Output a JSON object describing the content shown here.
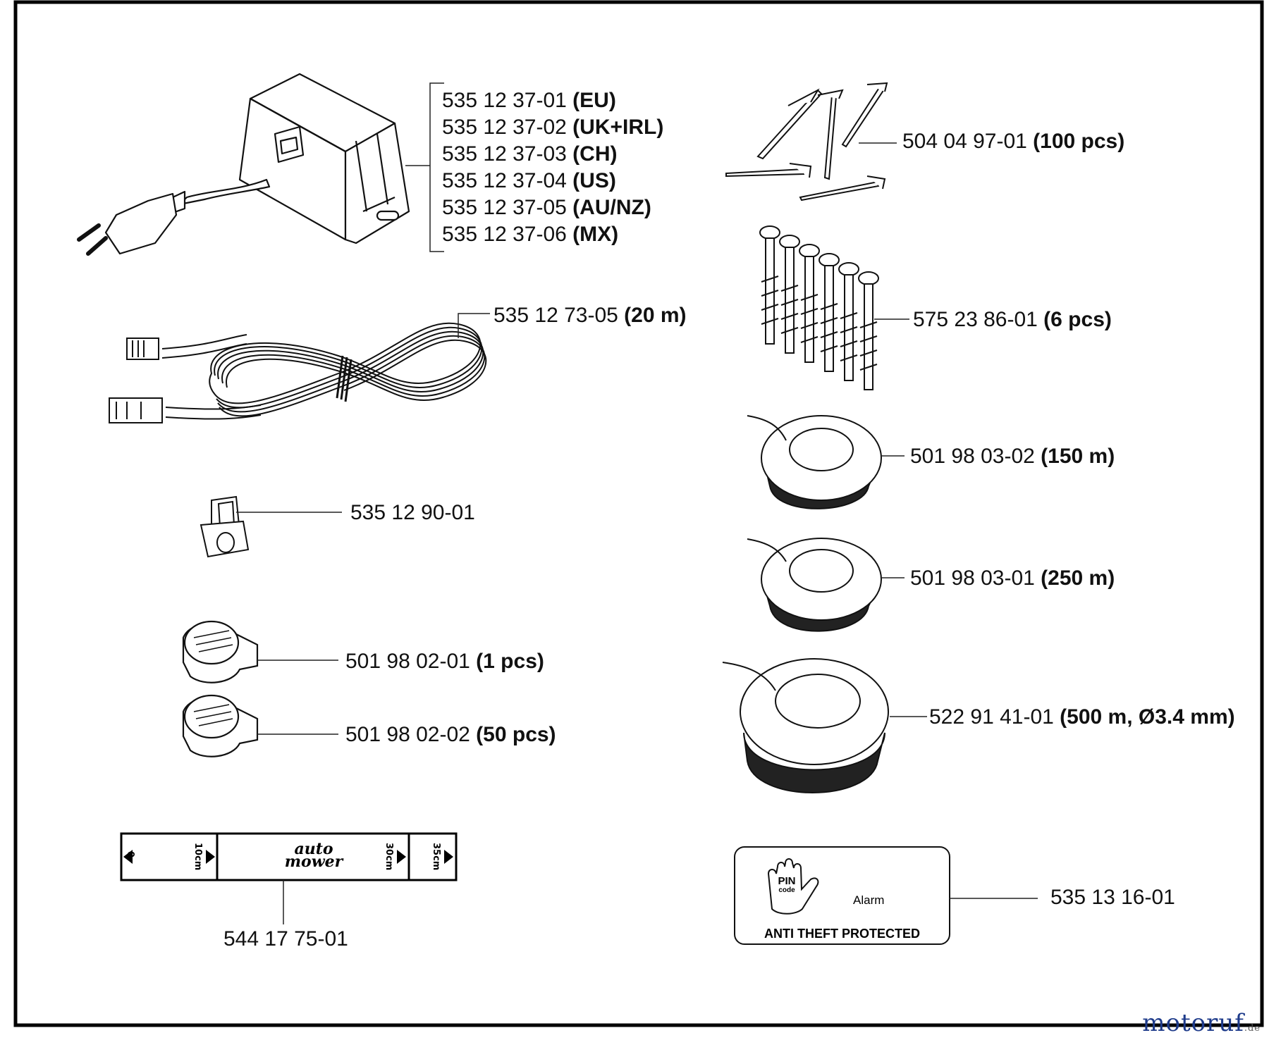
{
  "parts": {
    "transformer": {
      "numbers": [
        {
          "pn": "535 12 37-01",
          "note": "(EU)"
        },
        {
          "pn": "535 12 37-02",
          "note": "(UK+IRL)"
        },
        {
          "pn": "535 12 37-03",
          "note": "(CH)"
        },
        {
          "pn": "535 12 37-04",
          "note": "(US)"
        },
        {
          "pn": "535 12 37-05",
          "note": "(AU/NZ)"
        },
        {
          "pn": "535 12 37-06",
          "note": "(MX)"
        }
      ]
    },
    "low_voltage_cable": {
      "pn": "535 12 73-05",
      "note": "(20 m)"
    },
    "connector": {
      "pn": "535 12 90-01"
    },
    "coupler_1": {
      "pn": "501 98 02-01",
      "note": "(1 pcs)"
    },
    "coupler_50": {
      "pn": "501 98 02-02",
      "note": "(50 pcs)"
    },
    "measure_tape": {
      "pn": "544 17 75-01",
      "marks": [
        "0",
        "10cm",
        "30cm",
        "35cm"
      ],
      "brand_top": "auto",
      "brand_bottom": "mower"
    },
    "pegs": {
      "pn": "504 04 97-01",
      "note": "(100 pcs)"
    },
    "screws": {
      "pn": "575 23 86-01",
      "note": "(6 pcs)"
    },
    "wire_150": {
      "pn": "501 98 03-02",
      "note": "(150 m)"
    },
    "wire_250": {
      "pn": "501 98 03-01",
      "note": "(250 m)"
    },
    "wire_500": {
      "pn": "522 91 41-01",
      "note": "(500 m, Ø3.4 mm)"
    },
    "sticker": {
      "pn": "535 13 16-01",
      "pin_top": "PIN",
      "pin_bottom": "code",
      "alarm": "Alarm",
      "caption": "ANTI THEFT PROTECTED"
    }
  },
  "watermark": {
    "main": "motoruf",
    "suffix": ".de"
  }
}
